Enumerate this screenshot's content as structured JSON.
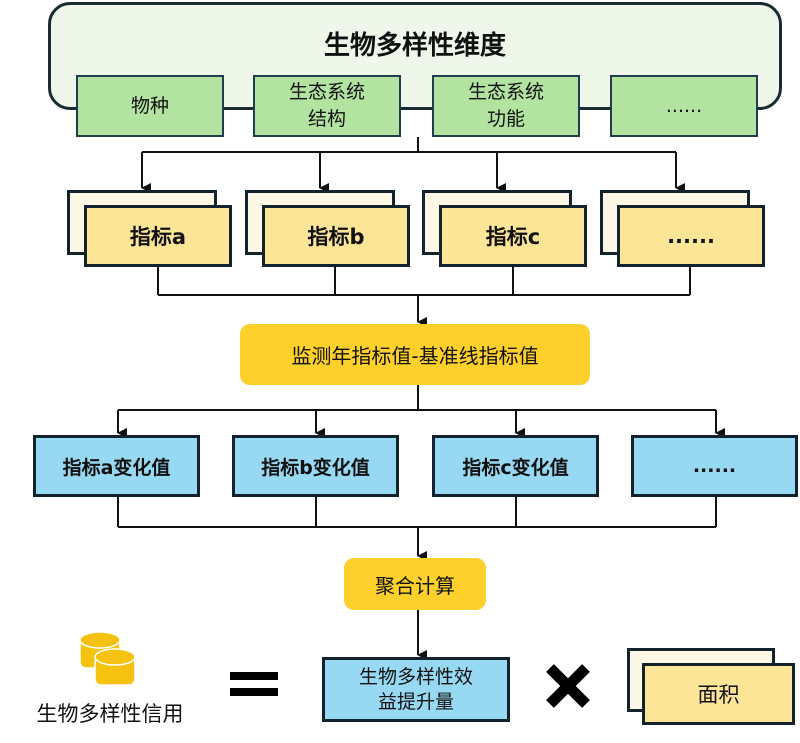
{
  "title": "生物多样性维度",
  "dimensions": [
    {
      "line1": "物种",
      "line2": ""
    },
    {
      "line1": "生态系统",
      "line2": "结构"
    },
    {
      "line1": "生态系统",
      "line2": "功能"
    },
    {
      "line1": "......",
      "line2": ""
    }
  ],
  "indicators": [
    "指标a",
    "指标b",
    "指标c",
    "......"
  ],
  "difference_step": "监测年指标值-基准线指标值",
  "changes": [
    "指标a变化值",
    "指标b变化值",
    "指标c变化值",
    "......"
  ],
  "aggregate_step": "聚合计算",
  "benefit": {
    "line1": "生物多样性效",
    "line2": "益提升量"
  },
  "credit_label": "生物多样性信用",
  "area_label": "面积",
  "colors": {
    "green": "#b3e3a0",
    "yellow": "#fde598",
    "orange": "#fdd02b",
    "blue": "#97d9f3",
    "coin": "#f5c211"
  }
}
